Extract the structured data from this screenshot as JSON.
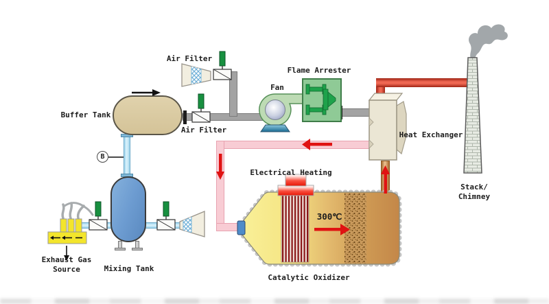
{
  "components": {
    "air_filter_top": {
      "label": "Air Filter"
    },
    "air_filter_main": {
      "label": "Air Filter"
    },
    "buffer_tank": {
      "label": "Buffer Tank"
    },
    "fan": {
      "label": "Fan"
    },
    "flame_arrester": {
      "label": "Flame Arrester"
    },
    "heat_exchanger": {
      "label": "Heat Exchanger"
    },
    "stack_chimney": {
      "label_line1": "Stack/",
      "label_line2": "Chimney"
    },
    "electrical_heating": {
      "label": "Electrical Heating"
    },
    "catalytic_oxidizer": {
      "label": "Catalytic Oxidizer",
      "temperature": "300℃"
    },
    "exhaust_gas_source": {
      "label_line1": "Exhaust Gas",
      "label_line2": "Source"
    },
    "mixing_tank": {
      "label": "Mixing Tank"
    },
    "gauge_b": {
      "label": "B"
    }
  },
  "colors": {
    "pipe_gray": "#a3a3a3",
    "pipe_light_blue": "#bfe4f4",
    "pipe_pink": "#f8ccd4",
    "pipe_red": "#ef6752",
    "pipe_hot_tan": "#eec494",
    "valve_handle_green": "#189040",
    "buffer_tank_tan": "#d9c9a0",
    "mixing_tank_blue": "#6d9cd1",
    "fan_green": "#bddbb4",
    "arrester_green": "#8fca96",
    "heat_exchanger_cream": "#ebe6d4",
    "oxidizer_yellow": "#f5e584",
    "oxidizer_brown": "#c48748",
    "heater_red": "#e81505",
    "exhaust_source_yellow": "#f3e52c",
    "arrow_red": "#e01212"
  }
}
